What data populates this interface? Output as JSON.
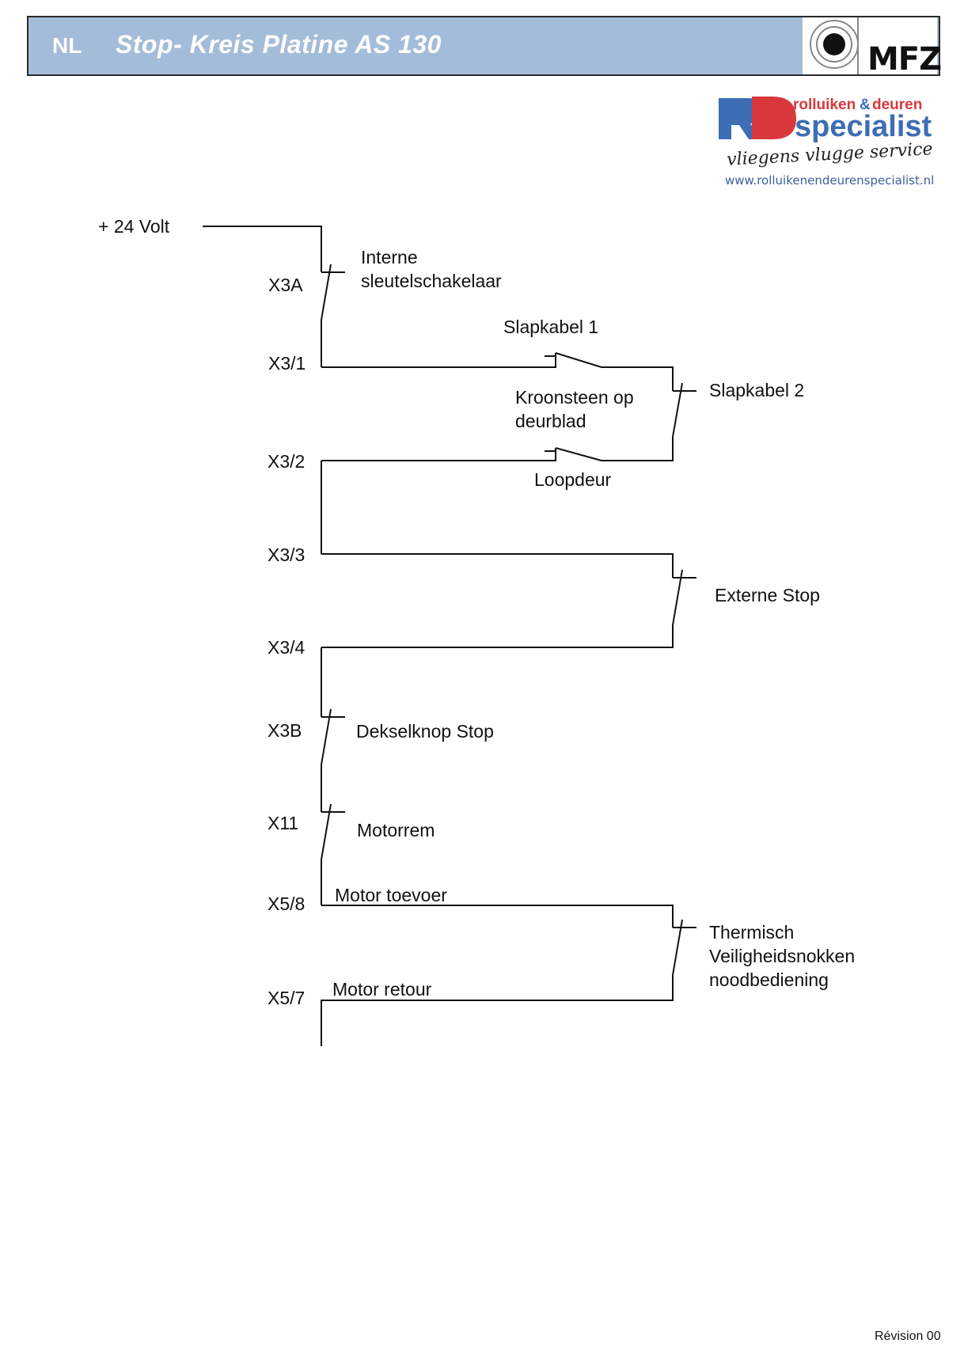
{
  "header": {
    "lang": "NL",
    "title": "Stop- Kreis Platine AS 130",
    "brand_logo": "MFZ"
  },
  "dealer_logo": {
    "line1": "rolluiken",
    "amp": "&",
    "line1b": "deuren",
    "big": "specialist",
    "tagline": "vliegens vlugge service",
    "url": "www.rolluikenendeurenspecialist.nl"
  },
  "diagram": {
    "supply": "+ 24 Volt",
    "terminals": {
      "x3a": "X3A",
      "x3_1": "X3/1",
      "x3_2": "X3/2",
      "x3_3": "X3/3",
      "x3_4": "X3/4",
      "x3b": "X3B",
      "x11": "X11",
      "x5_8": "X5/8",
      "x5_7": "X5/7"
    },
    "switches": {
      "interne_1": "Interne",
      "interne_2": "sleutelschakelaar",
      "slapkabel1": "Slapkabel 1",
      "slapkabel2": "Slapkabel 2",
      "kroonsteen_1": "Kroonsteen op",
      "kroonsteen_2": "deurblad",
      "loopdeur": "Loopdeur",
      "externe": "Externe Stop",
      "dekselknop": "Dekselknop Stop",
      "motorrem": "Motorrem",
      "thermisch_1": "Thermisch",
      "thermisch_2": "Veiligheidsnokken",
      "thermisch_3": "noodbediening"
    },
    "wires": {
      "motor_toevoer": "Motor toevoer",
      "motor_retour": "Motor retour"
    }
  },
  "footer": {
    "revision": "Révision 00"
  },
  "colors": {
    "header_bg": "#a3bcd9",
    "rd_blue": "#3d6db5",
    "rd_red": "#d8383c"
  }
}
